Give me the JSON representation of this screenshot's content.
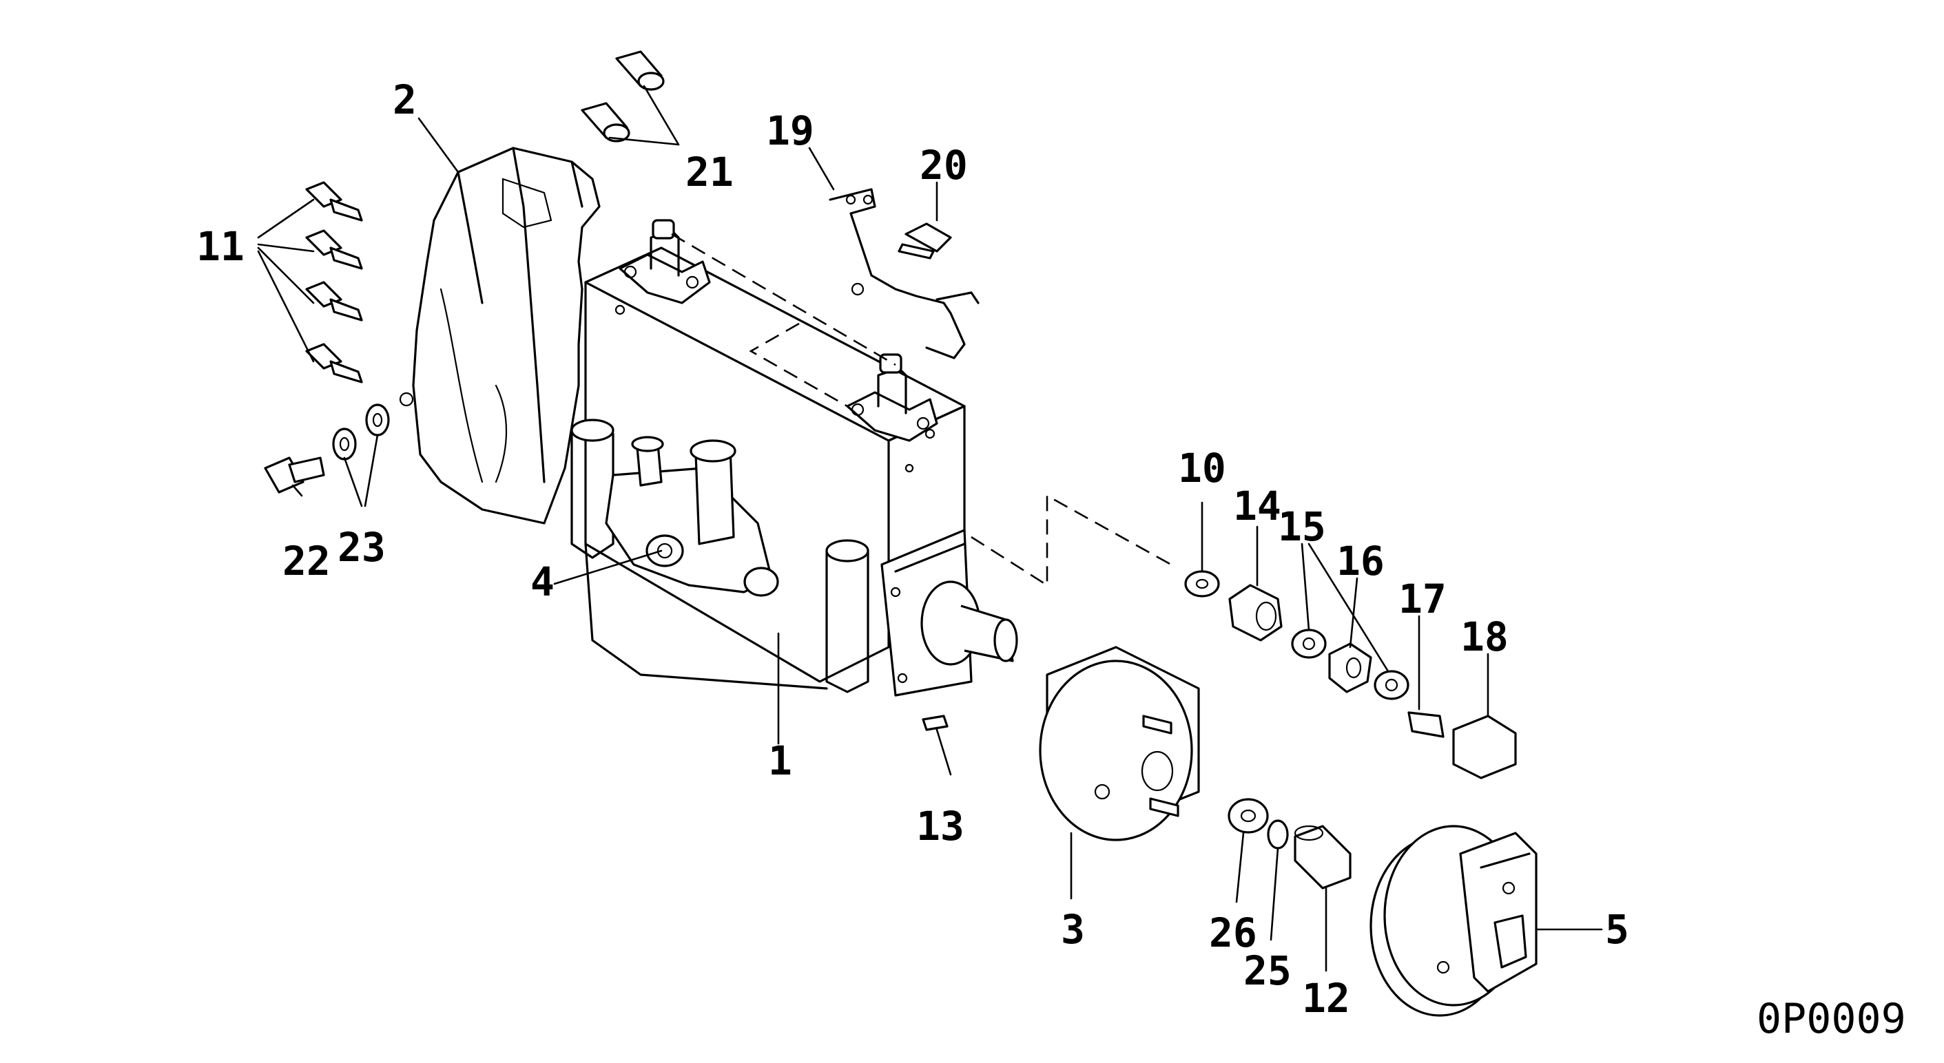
{
  "callouts": [
    {
      "id": "c1",
      "text": "1"
    },
    {
      "id": "c2",
      "text": "2"
    },
    {
      "id": "c3",
      "text": "3"
    },
    {
      "id": "c4",
      "text": "4"
    },
    {
      "id": "c5",
      "text": "5"
    },
    {
      "id": "c10",
      "text": "10"
    },
    {
      "id": "c11",
      "text": "11"
    },
    {
      "id": "c12",
      "text": "12"
    },
    {
      "id": "c13",
      "text": "13"
    },
    {
      "id": "c14",
      "text": "14"
    },
    {
      "id": "c15",
      "text": "15"
    },
    {
      "id": "c16",
      "text": "16"
    },
    {
      "id": "c17",
      "text": "17"
    },
    {
      "id": "c18",
      "text": "18"
    },
    {
      "id": "c19",
      "text": "19"
    },
    {
      "id": "c20",
      "text": "20"
    },
    {
      "id": "c21",
      "text": "21"
    },
    {
      "id": "c22",
      "text": "22"
    },
    {
      "id": "c23",
      "text": "23"
    },
    {
      "id": "c25",
      "text": "25"
    },
    {
      "id": "c26",
      "text": "26"
    }
  ],
  "figure_code": "0P0009"
}
